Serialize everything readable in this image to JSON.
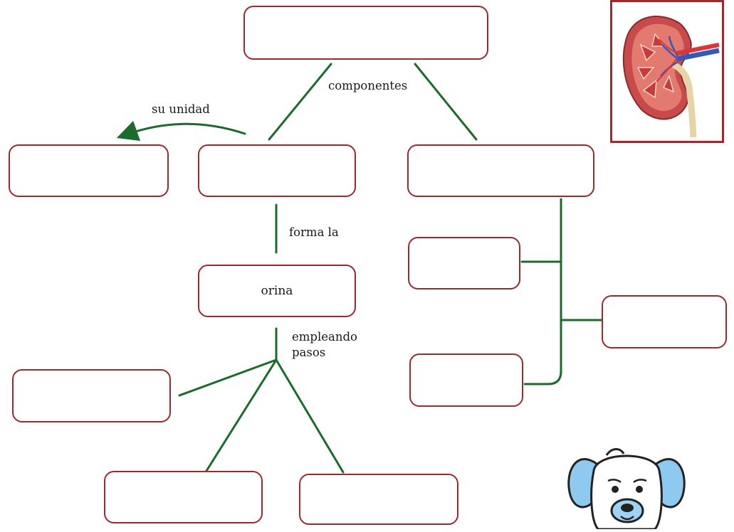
{
  "concept_map": {
    "nodes": {
      "top": "",
      "unit": "",
      "component_left": "",
      "component_right": "",
      "urine": "orina",
      "sub_right_1": "",
      "sub_right_2": "",
      "sub_right_3": "",
      "step_1": "",
      "step_2": "",
      "step_3": ""
    },
    "links": {
      "components": "componentes",
      "unit": "su unidad",
      "forms": "forma la",
      "steps_line1": "empleando",
      "steps_line2": "pasos"
    }
  },
  "colors": {
    "box_border": "#9b2a2f",
    "connector": "#1d6b2c",
    "text": "#1a1a1a"
  },
  "images": {
    "kidney": "kidney-anatomy-illustration",
    "mascot": "cartoon-puppy-mascot"
  }
}
